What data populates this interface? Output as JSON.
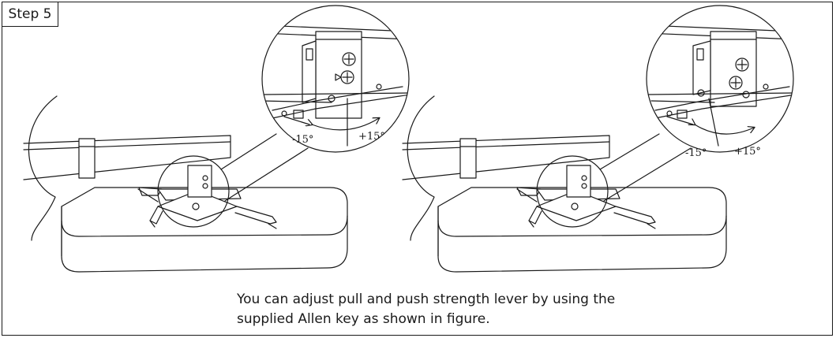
{
  "step": {
    "label": "Step 5"
  },
  "caption": {
    "line1": "You can adjust pull and push strength lever by using the",
    "line2": "supplied Allen key as shown in figure."
  },
  "figures": [
    {
      "neg_angle": "-15°",
      "pos_angle": "+15°"
    },
    {
      "neg_angle": "-15°",
      "pos_angle": "+15°"
    }
  ],
  "colors": {
    "line": "#1a1a1a",
    "background": "#ffffff"
  }
}
